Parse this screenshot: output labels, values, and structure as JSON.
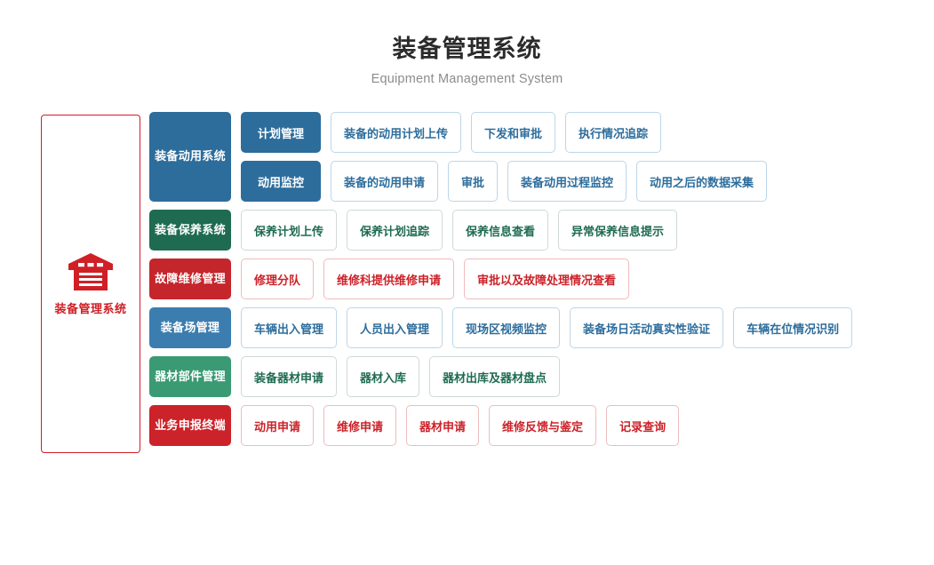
{
  "header": {
    "title_cn": "装备管理系统",
    "title_en": "Equipment Management System"
  },
  "brand": {
    "label": "装备管理系统",
    "icon": "warehouse-icon",
    "accent_color": "#cf2026"
  },
  "colors": {
    "blue_dark": "#2d6d9c",
    "blue_mid": "#3c7db0",
    "green_dark": "#1f6b52",
    "green_mid": "#3a9a73",
    "red_dark": "#c4262b",
    "red_mid": "#cc2229",
    "leaf_blue_border": "#bcd6e8",
    "leaf_green_border": "#cfd9d5",
    "leaf_red_border": "#eebcbe",
    "title_color": "#2b2b2b",
    "subtitle_color": "#8c8c8c"
  },
  "sections": [
    {
      "category": "装备动用系统",
      "theme": "blue",
      "subgroups": [
        {
          "title": "计划管理",
          "leaves": [
            "装备的动用计划上传",
            "下发和审批",
            "执行情况追踪"
          ]
        },
        {
          "title": "动用监控",
          "leaves": [
            "装备的动用申请",
            "审批",
            "装备动用过程监控",
            "动用之后的数据采集"
          ]
        }
      ]
    },
    {
      "category": "装备保养系统",
      "theme": "green",
      "leaves": [
        "保养计划上传",
        "保养计划追踪",
        "保养信息查看",
        "异常保养信息提示"
      ]
    },
    {
      "category": "故障维修管理",
      "theme": "red",
      "leaves": [
        "修理分队",
        "维修科提供维修申请",
        "审批以及故障处理情况查看"
      ]
    },
    {
      "category": "装备场管理",
      "theme": "blue",
      "leaves": [
        "车辆出入管理",
        "人员出入管理",
        "现场区视频监控",
        "装备场日活动真实性验证",
        "车辆在位情况识别"
      ]
    },
    {
      "category": "器材部件管理",
      "theme": "green",
      "leaves": [
        "装备器材申请",
        "器材入库",
        "器材出库及器材盘点"
      ]
    },
    {
      "category": "业务申报终端",
      "theme": "red",
      "leaves": [
        "动用申请",
        "维修申请",
        "器材申请",
        "维修反馈与鉴定",
        "记录查询"
      ]
    }
  ]
}
